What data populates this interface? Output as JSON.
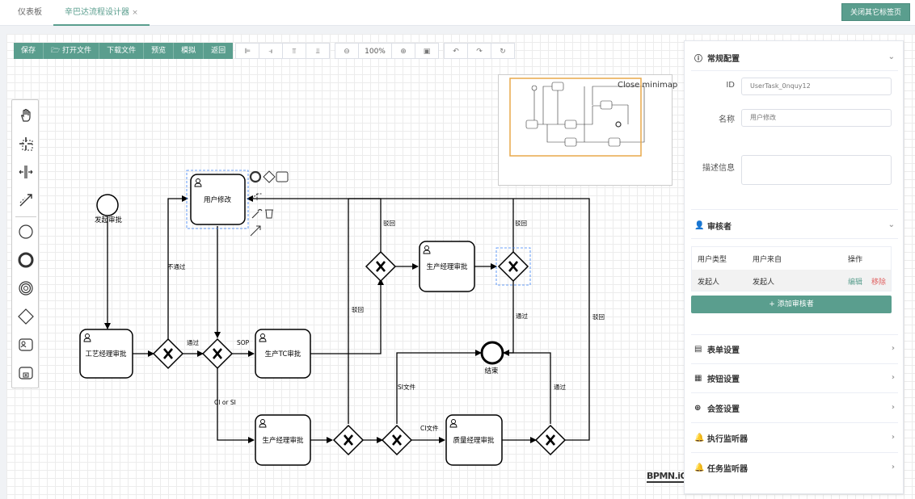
{
  "tabs": [
    {
      "label": "仪表板"
    },
    {
      "label": "辛巴达流程设计器",
      "close": "×"
    }
  ],
  "close_others_label": "关闭其它标签页",
  "toolbar": {
    "save": "保存",
    "open_file": "打开文件",
    "download_file": "下载文件",
    "preview": "预览",
    "simulate": "模拟",
    "back": "返回",
    "zoom": "100%"
  },
  "minimap": {
    "close_label": "Close minimap"
  },
  "logo": "BPMN.iO",
  "diagram": {
    "nodes": {
      "start": "发起审批",
      "user_modify": "用户修改",
      "craft_manager": "工艺经理审批",
      "production_tc": "生产TC审批",
      "production_manager_top": "生产经理审批",
      "production_manager_bottom": "生产经理审批",
      "quality_manager": "质量经理审批",
      "end": "结束"
    },
    "flows": {
      "reject_pass": "不通过",
      "pass_1": "通过",
      "sop": "SOP",
      "ci_or_si": "CI or SI",
      "reject_1": "驳回",
      "reject_2": "驳回",
      "reject_3": "驳回",
      "reject_4": "驳回",
      "pass_2": "通过",
      "si_file": "SI文件",
      "ci_file": "CI文件",
      "pass_3": "通过"
    }
  },
  "panel": {
    "general": {
      "title": "常规配置",
      "id_label": "ID",
      "id_value": "UserTask_0nquy12",
      "name_label": "名称",
      "name_value": "用户修改",
      "desc_label": "描述信息"
    },
    "reviewers": {
      "title": "审核者",
      "headers": [
        "用户类型",
        "用户来自",
        "操作"
      ],
      "row": {
        "type": "发起人",
        "from": "发起人",
        "edit": "编辑",
        "remove": "移除"
      },
      "add_label": "+ 添加审核者"
    },
    "sections": [
      "表单设置",
      "按钮设置",
      "会签设置",
      "执行监听器",
      "任务监听器"
    ]
  },
  "colors": {
    "accent": "#5a9e8e",
    "danger": "#e06060",
    "minimap_viewport": "#e8a84a"
  }
}
